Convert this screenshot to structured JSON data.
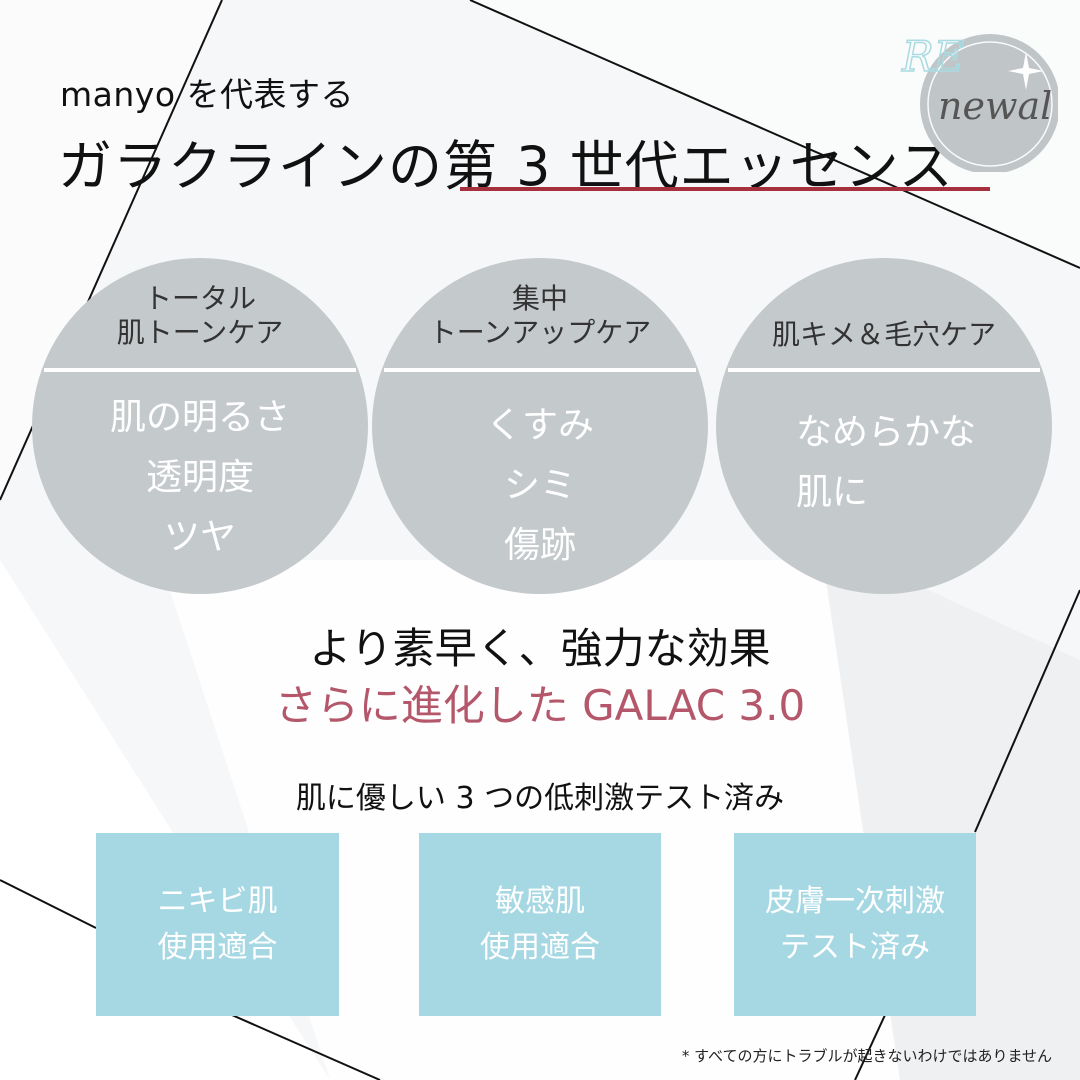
{
  "colors": {
    "background": "#f6f7f8",
    "circle_fill": "#c4c9cc",
    "box_fill": "#a6d8e4",
    "accent_red": "#a7303f",
    "accent_pink": "#b4576a",
    "badge_fill": "#c0c5c8",
    "badge_script": "#a9dbe2"
  },
  "header": {
    "subtitle": "manyo を代表する",
    "title": "ガラクラインの第 3 世代エッセンス"
  },
  "badge": {
    "prefix": "RE",
    "text": "newal",
    "icon": "sparkle-icon"
  },
  "circles": [
    {
      "heading": [
        "トータル",
        "肌トーンケア"
      ],
      "benefits": [
        "肌の明るさ",
        "透明度",
        "ツヤ"
      ]
    },
    {
      "heading": [
        "集中",
        "トーンアップケア"
      ],
      "benefits": [
        "くすみ",
        "シミ",
        "傷跡"
      ]
    },
    {
      "heading": [
        "肌キメ＆毛穴ケア"
      ],
      "benefits": [
        "なめらかな",
        "肌に"
      ]
    }
  ],
  "tagline": {
    "line1": "より素早く、強力な効果",
    "line2": "さらに進化した GALAC 3.0"
  },
  "tests": {
    "title": "肌に優しい 3 つの低刺激テスト済み",
    "items": [
      {
        "lines": [
          "ニキビ肌",
          "使用適合"
        ]
      },
      {
        "lines": [
          "敏感肌",
          "使用適合"
        ]
      },
      {
        "lines": [
          "皮膚一次刺激",
          "テスト済み"
        ]
      }
    ]
  },
  "footnote": "* すべての方にトラブルが起きないわけではありません"
}
